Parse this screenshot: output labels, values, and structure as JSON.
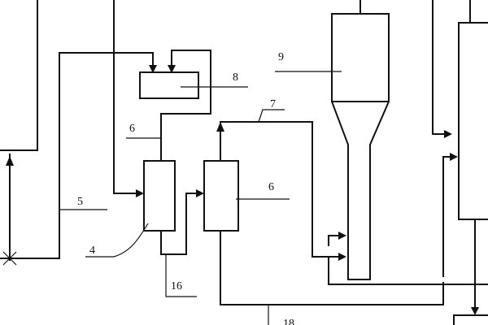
{
  "labels": {
    "l4": "4",
    "l5": "5",
    "l6a": "6",
    "l6b": "6",
    "l7": "7",
    "l8": "8",
    "l9": "9",
    "l16": "16",
    "l18": "18"
  }
}
